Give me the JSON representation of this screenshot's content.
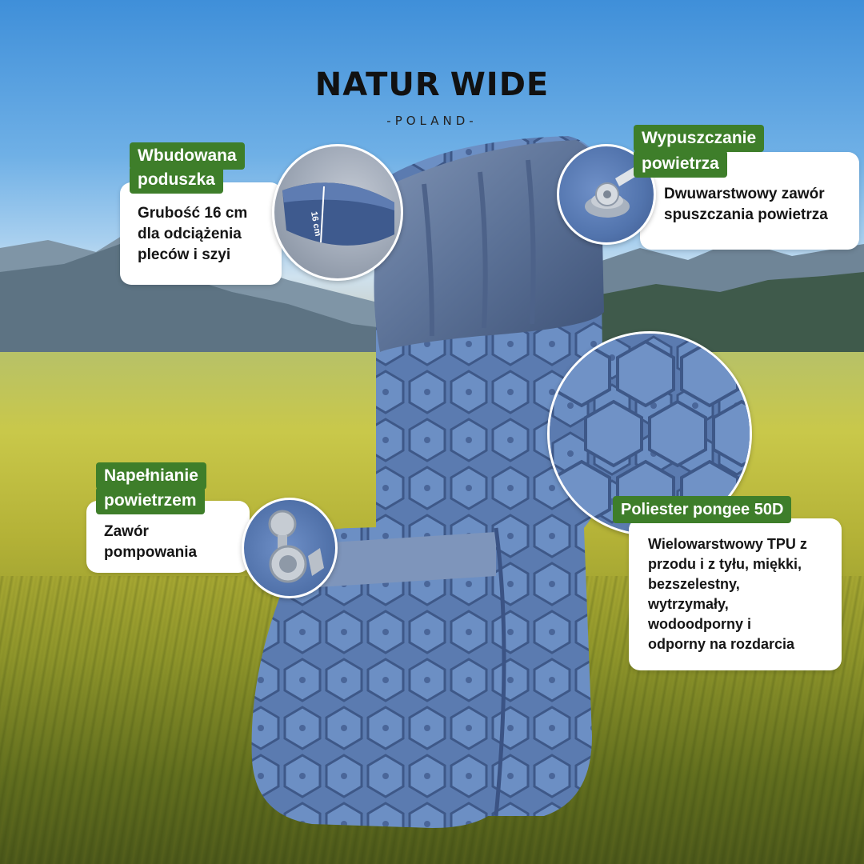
{
  "brand": {
    "name_left": "NATUR",
    "name_right": "WIDE",
    "subtitle": "-POLAND-",
    "text_color": "#111111"
  },
  "colors": {
    "tag_background": "#3e7e2a",
    "tag_text": "#ffffff",
    "bubble_background": "#ffffff",
    "mat_blue": "#5a78a8"
  },
  "callouts": {
    "pillow": {
      "title_line1": "Wbudowana",
      "title_line2": "poduszka",
      "line1": "Grubość 16 cm",
      "line2": "dla odciążenia",
      "line3": "pleców i szyi",
      "image_label": "16 cm"
    },
    "deflate": {
      "title_line1": "Wypuszczanie",
      "title_line2": "powietrza",
      "line1": "Dwuwarstwowy zawór",
      "line2": "spuszczania powietrza"
    },
    "inflate": {
      "title_line1": "Napełnianie",
      "title_line2": "powietrzem",
      "line1": "Zawór",
      "line2": "pompowania"
    },
    "fabric": {
      "title": "Poliester pongee 50D",
      "line1": "Wielowarstwowy TPU z",
      "line2": "przodu i z tyłu, miękki,",
      "line3": "bezszelestny,",
      "line4": "wytrzymały,",
      "line5": "wodoodporny i",
      "line6": "odporny na rozdarcia"
    }
  }
}
